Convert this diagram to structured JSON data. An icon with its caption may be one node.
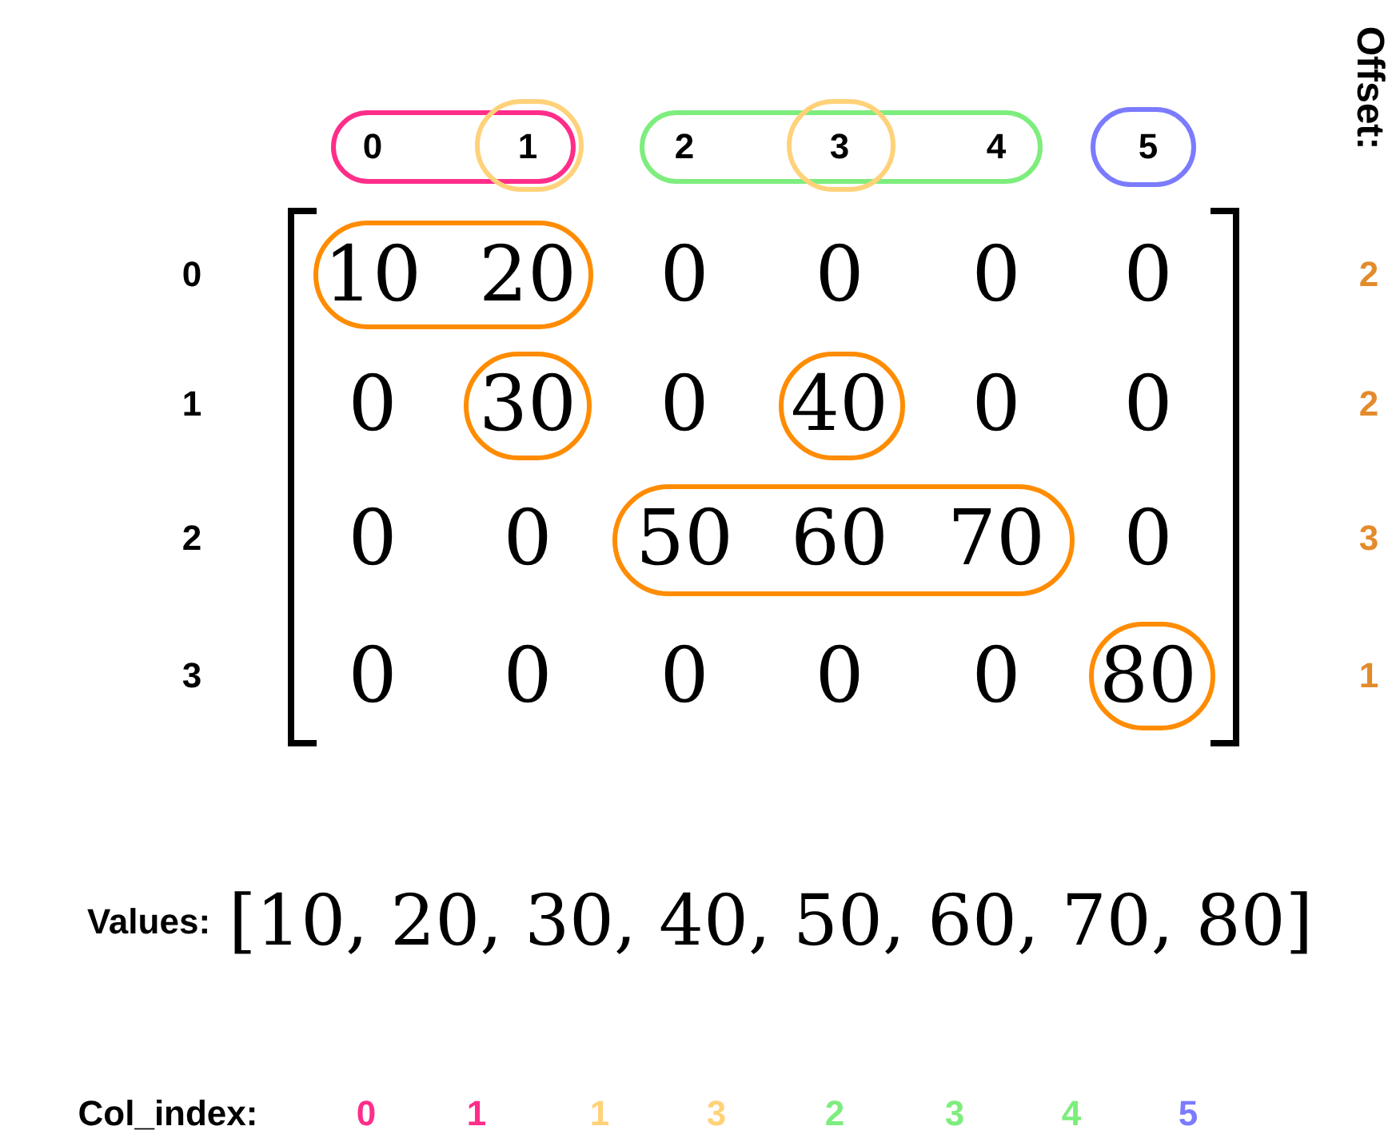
{
  "diagram": {
    "nodes": [
      {
        "text": [
          "0"
        ]
      },
      {
        "text": [
          "1"
        ]
      },
      {
        "text": [
          "2",
          "4"
        ]
      },
      {
        "text": [
          "3"
        ]
      },
      {
        "text": [
          "5"
        ]
      },
      {
        "text": [
          "10",
          "20"
        ]
      },
      {
        "text": [
          "30"
        ]
      },
      {
        "text": [
          "40"
        ]
      },
      {
        "text": [
          "50",
          "60",
          "70"
        ]
      },
      {
        "text": [
          "80"
        ]
      }
    ],
    "labels": [
      "Offset:",
      "0",
      "0",
      "0",
      "0",
      "0",
      "2",
      "1",
      "0",
      "0",
      "0",
      "0",
      "2",
      "2",
      "0",
      "0",
      "0",
      "3",
      "3",
      "0",
      "0",
      "0",
      "0",
      "0",
      "1",
      "Values:",
      "[10, 20, 30, 40, 50, 60, 70, 80]",
      "Col_index:",
      "0",
      "1",
      "1",
      "3",
      "2",
      "3",
      "4",
      "5"
    ]
  }
}
